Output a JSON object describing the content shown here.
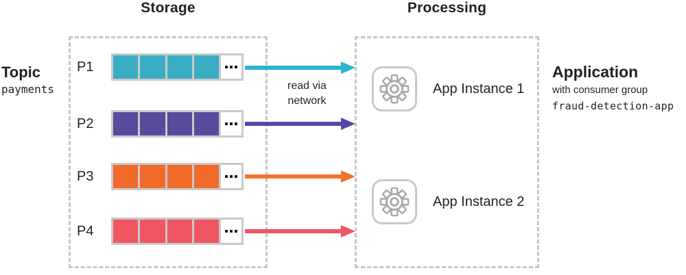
{
  "titles": {
    "storage": "Storage",
    "processing": "Processing"
  },
  "topic": {
    "heading": "Topic",
    "name": "payments"
  },
  "partitions": [
    {
      "label": "P1",
      "cell_color": "#39adc4",
      "arrow_color": "#2bb3d3",
      "cells": 4
    },
    {
      "label": "P2",
      "cell_color": "#5a4a9e",
      "arrow_color": "#5547a8",
      "cells": 4
    },
    {
      "label": "P3",
      "cell_color": "#f16a2a",
      "arrow_color": "#f4732b",
      "cells": 4
    },
    {
      "label": "P4",
      "cell_color": "#f05662",
      "arrow_color": "#f05465",
      "cells": 4
    }
  ],
  "arrow_note": {
    "line1": "read via",
    "line2": "network"
  },
  "instances": [
    {
      "label": "App Instance 1"
    },
    {
      "label": "App Instance 2"
    }
  ],
  "application": {
    "heading": "Application",
    "subheading": "with consumer group",
    "consumer_group": "fraud-detection-app"
  },
  "colors": {
    "dashed_border": "#c6c6c6",
    "box_border": "#c9c9c9",
    "gear_icon": "#a9a9a9",
    "text": "#231f20"
  }
}
